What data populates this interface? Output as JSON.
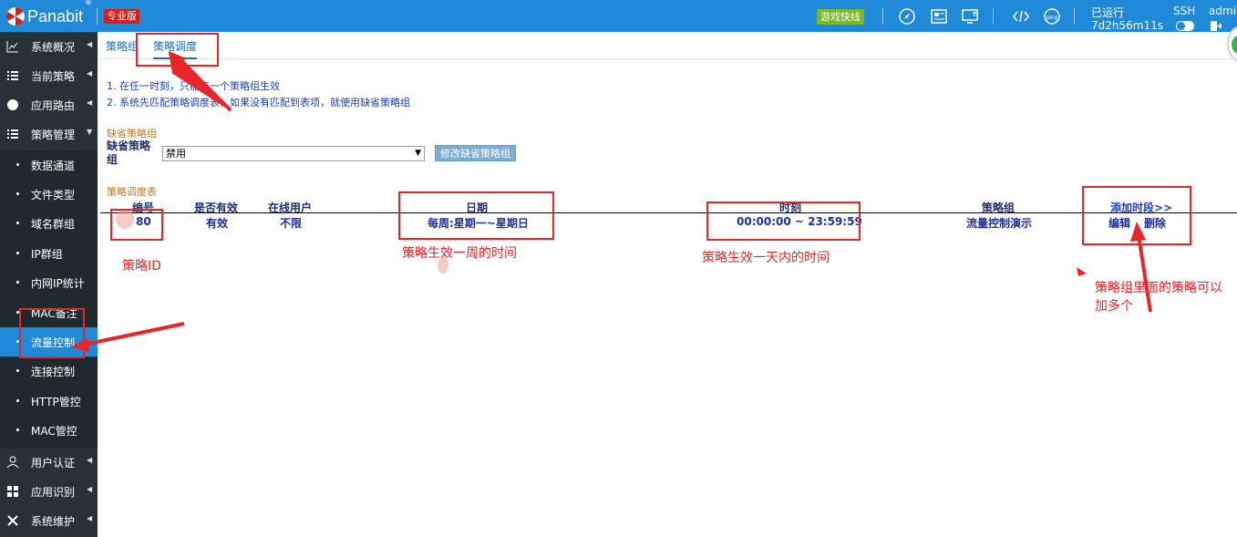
{
  "topbar": {
    "logo_text": "Panabit",
    "logo_reg": "®",
    "edition": "专业版",
    "game_badge": "游戏快线",
    "uptime_label": "已运行",
    "uptime_value": "7d2h56m11s",
    "ssh_label": "SSH",
    "admin_label": "admin",
    "ping_text": "ping",
    "icons": [
      "compass-icon",
      "image-icon",
      "monitor-upload-icon",
      "code-icon",
      "ping-icon"
    ]
  },
  "sidebar": {
    "items": [
      {
        "label": "系统概况",
        "icon": "line-chart-icon"
      },
      {
        "label": "当前策略",
        "icon": "list-icon"
      },
      {
        "label": "应用路由",
        "icon": "globe-icon"
      },
      {
        "label": "策略管理",
        "icon": "list-icon"
      },
      {
        "label": "用户认证",
        "icon": "user-icon"
      },
      {
        "label": "应用识别",
        "icon": "grid-icon"
      },
      {
        "label": "系统维护",
        "icon": "tools-icon"
      }
    ],
    "subitems": [
      "数据通道",
      "文件类型",
      "域名群组",
      "IP群组",
      "内网IP统计",
      "MAC备注",
      "流量控制",
      "连接控制",
      "HTTP管控",
      "MAC管控"
    ],
    "active_subitem": "流量控制"
  },
  "tabs": [
    {
      "label": "策略组"
    },
    {
      "label": "策略调度"
    }
  ],
  "notes": [
    "1. 在任一时刻，只能有一个策略组生效",
    "2. 系统先匹配策略调度表，如果没有匹配到表项，就使用缺省策略组"
  ],
  "default_section": {
    "title": "缺省策略组",
    "field_label": "缺省策略组",
    "select_value": "禁用",
    "button_label": "修改缺省策略组"
  },
  "schedule_table": {
    "title": "策略调度表",
    "columns": [
      "编号",
      "是否有效",
      "在线用户",
      "日期",
      "时刻",
      "策略组",
      "添加时段>>"
    ],
    "rows": [
      {
        "id": "80",
        "valid": "有效",
        "online_users": "不限",
        "date": "每周:星期一~星期日",
        "time": "00:00:00 ~ 23:59:59",
        "group": "流量控制演示",
        "edit": "编辑",
        "delete": "删除"
      }
    ]
  },
  "annotations": {
    "policy_id": "策略ID",
    "week_time": "策略生效一周的时间",
    "day_time": "策略生效一天内的时间",
    "group_note": "策略组里面的策略可以加多个"
  },
  "colors": {
    "topbar": "#1f8ad8",
    "sidebar": "#263238",
    "annotation_red": "#e8262a",
    "link_blue": "#1f3fbf"
  }
}
